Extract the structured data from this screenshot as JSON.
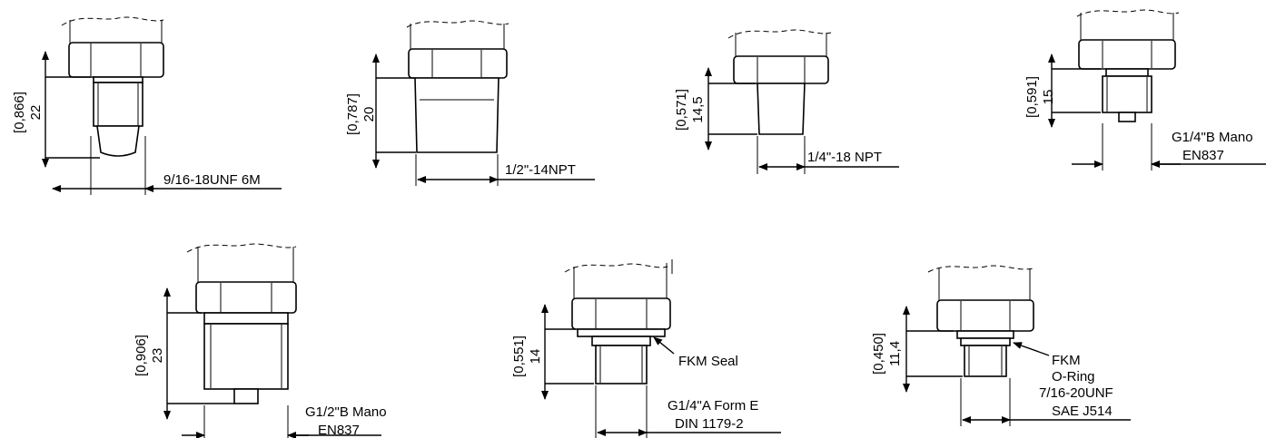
{
  "fittings": [
    {
      "dim_in": "[0,866]",
      "dim_mm": "22",
      "thread": "9/16-18UNF 6M",
      "note": ""
    },
    {
      "dim_in": "[0,787]",
      "dim_mm": "20",
      "thread": "1/2\"-14NPT",
      "note": ""
    },
    {
      "dim_in": "[0,571]",
      "dim_mm": "14,5",
      "thread": "1/4\"-18 NPT",
      "note": ""
    },
    {
      "dim_in": "[0,591]",
      "dim_mm": "15",
      "thread": "G1/4\"B Mano",
      "thread2": "EN837",
      "note": ""
    },
    {
      "dim_in": "[0,906]",
      "dim_mm": "23",
      "thread": "G1/2\"B Mano",
      "thread2": "EN837",
      "note": ""
    },
    {
      "dim_in": "[0,551]",
      "dim_mm": "14",
      "thread": "G1/4\"A Form E",
      "thread2": "DIN 1179-2",
      "note": "FKM Seal"
    },
    {
      "dim_in": "[0,450]",
      "dim_mm": "11,4",
      "thread": "7/16-20UNF",
      "thread2": "SAE J514",
      "note": "FKM",
      "note2": "O-Ring"
    }
  ]
}
